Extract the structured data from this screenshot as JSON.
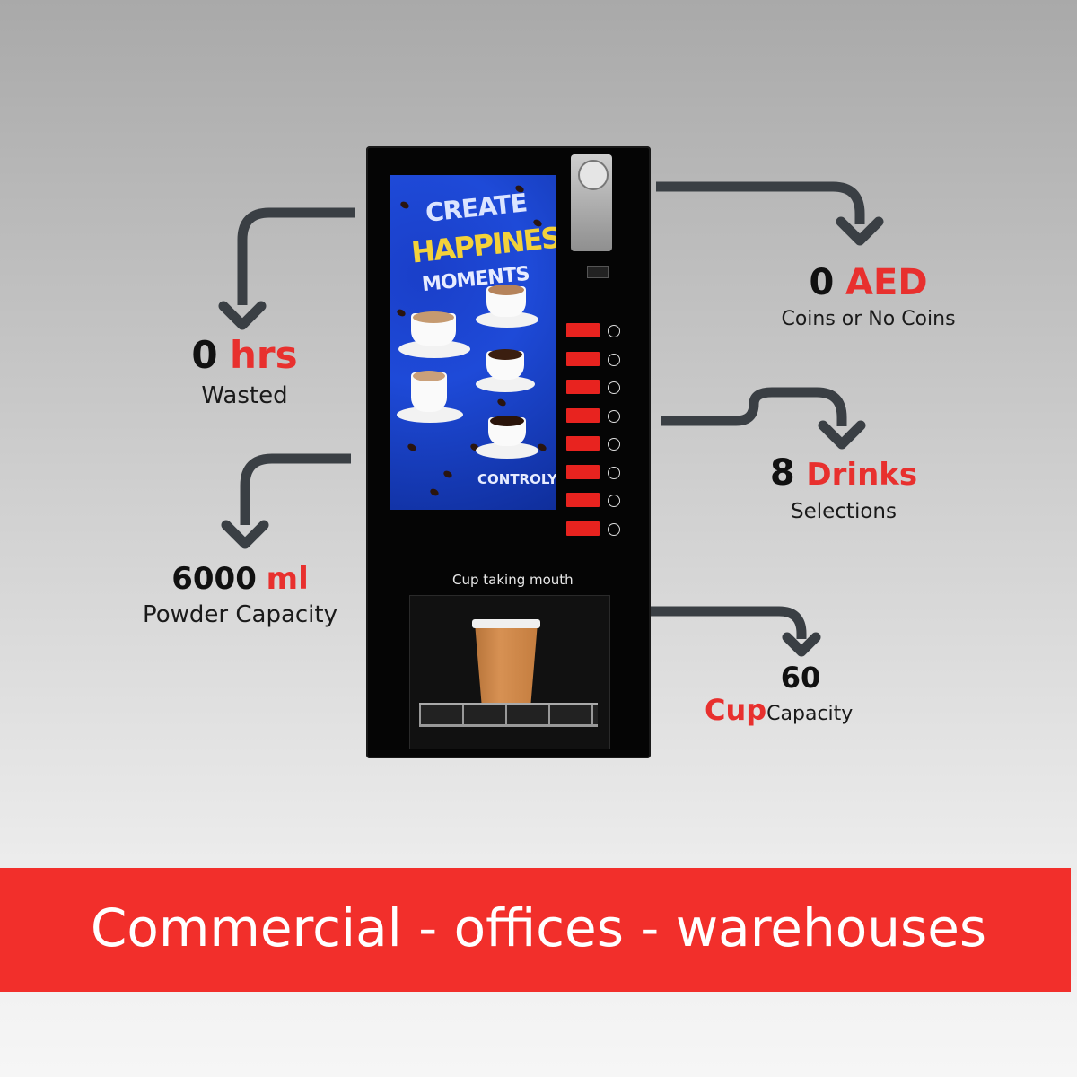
{
  "colors": {
    "accent": "#e8302e",
    "banner": "#f22f2b",
    "arrow": "#3a3f44",
    "text": "#111111"
  },
  "stats": {
    "hours": {
      "value": "0",
      "unit": "hrs",
      "label": "Wasted"
    },
    "coins": {
      "value": "0",
      "unit": "AED",
      "label": "Coins or No Coins"
    },
    "drinks": {
      "value": "8",
      "unit": "Drinks",
      "label": "Selections"
    },
    "powder": {
      "value": "6000",
      "unit": "ml",
      "label": "Powder Capacity"
    },
    "cups": {
      "value": "60",
      "unit": "Cup",
      "label": "Capacity"
    }
  },
  "machine": {
    "screen": {
      "line1": "CREATE",
      "line2": "HAPPINESS",
      "line3": "MOMENTS",
      "brand": "CONTROLY"
    },
    "cup_mouth_label": "Cup taking mouth",
    "selection_buttons": 8
  },
  "banner": {
    "text": "Commercial - offices - warehouses"
  }
}
